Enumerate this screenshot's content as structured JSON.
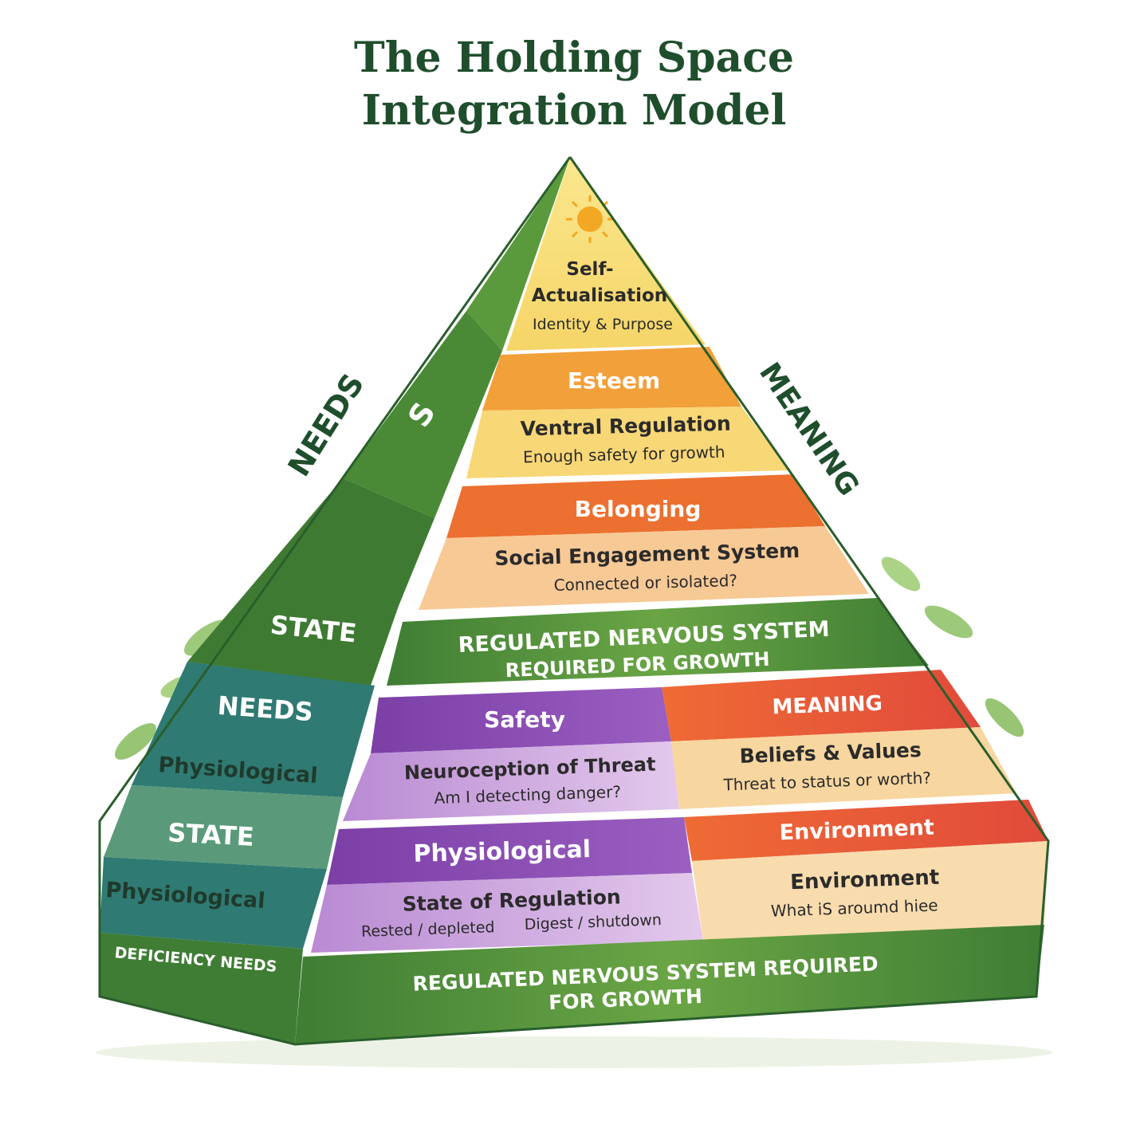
{
  "title": {
    "line1": "The Holding Space",
    "line2": "Integration Model"
  },
  "pyramid": {
    "apex": {
      "icon": "sun-icon",
      "title": "Self-",
      "title2": "Actualisation",
      "subtitle": "Identity & Purpose"
    },
    "esteem": {
      "header": "Esteem",
      "title": "Ventral Regulation",
      "subtitle": "Enough safety for growth"
    },
    "belonging": {
      "header": "Belonging",
      "title": "Social Engagement System",
      "subtitle": "Connected or isolated?"
    },
    "upper_band": {
      "line1": "REGULATED NERVOUS SYSTEM",
      "line2": "REQUIRED FOR GROWTH"
    },
    "safety": {
      "header": "Safety",
      "title": "Neuroception of Threat",
      "subtitle": "Am I detecting danger?"
    },
    "meaning_block": {
      "header": "MEANING",
      "title": "Beliefs & Values",
      "subtitle": "Threat to status or worth?"
    },
    "physiological_block": {
      "header": "Physiological",
      "title": "State of Regulation",
      "subtitle_left": "Rested / depleted",
      "subtitle_right": "Digest / shutdown"
    },
    "environment_block": {
      "header": "Environment",
      "title": "Environment",
      "subtitle": "What iS aroumd  hiee"
    },
    "base_band": {
      "line1": "REGULATED NERVOUS SYSTEM   REQUIRED",
      "line2": "FOR GROWTH"
    }
  },
  "left_face": {
    "needs_vertical": "NEEDS",
    "s_letter": "S",
    "state_upper": "STATE",
    "needs_lower": "NEEDS",
    "physiological_upper": "Physiological",
    "state_lower": "STATE",
    "physiological_lower": "Physiological",
    "deficiency": "DEFICIENCY NEEDS"
  },
  "right_edge": {
    "meaning_vertical": "MEANING"
  },
  "colors": {
    "title": "#1f4e2c",
    "green_dark": "#2f6b32",
    "green_mid": "#4f8d3a",
    "green_light": "#7bb04e",
    "yellow": "#f7d96a",
    "orange": "#f2a03a",
    "orange_deep": "#ec6f2e",
    "peach": "#f8c98a",
    "purple": "#8a4fb5",
    "purple_light": "#c8a4dc",
    "red": "#e2513a",
    "cream": "#f8dcae",
    "teal": "#2f7a72"
  }
}
